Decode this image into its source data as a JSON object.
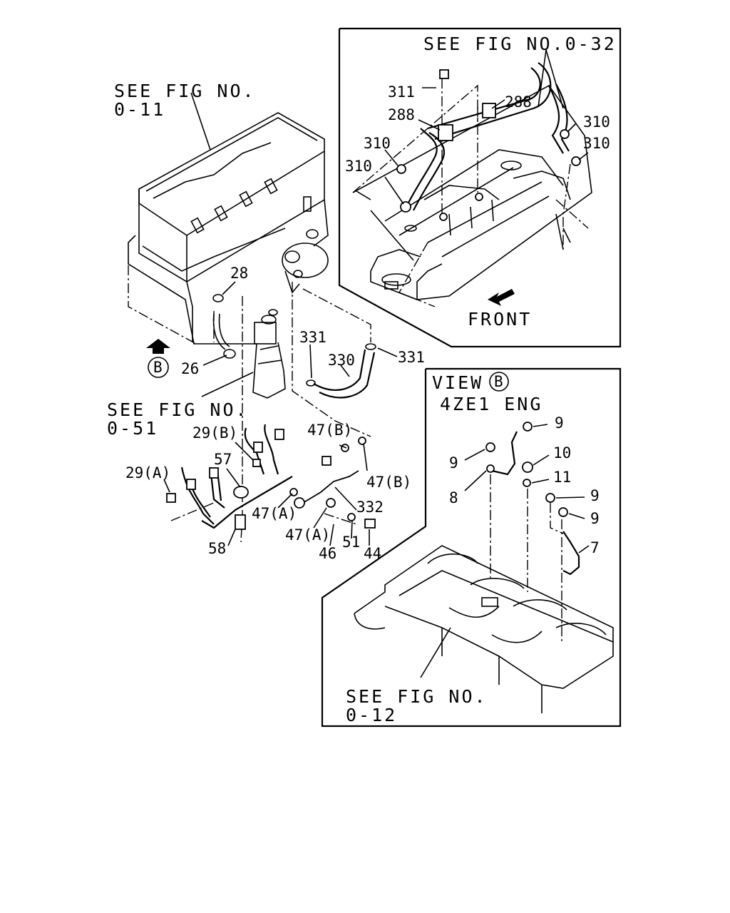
{
  "references": {
    "fig_0_11": [
      "SEE FIG NO.",
      "0-11"
    ],
    "fig_0_32": "SEE FIG NO.0-32",
    "fig_0_51": [
      "SEE FIG NO.",
      "0-51"
    ],
    "fig_0_12": [
      "SEE FIG NO.",
      "0-12"
    ]
  },
  "view": {
    "title": "VIEW",
    "marker": "B",
    "engine": "4ZE1 ENG"
  },
  "front_label": "FRONT",
  "view_marker_main": "B",
  "parts_main": {
    "p28": "28",
    "p26": "26",
    "p331a": "331",
    "p331b": "331",
    "p330": "330",
    "p29b": "29(B)",
    "p57": "57",
    "p29a": "29(A)",
    "p58": "58",
    "p47b1": "47(B)",
    "p47b2": "47(B)",
    "p47a1": "47(A)",
    "p47a2": "47(A)",
    "p332": "332",
    "p46": "46",
    "p51": "51",
    "p44": "44"
  },
  "parts_inset_top": {
    "p311": "311",
    "p288a": "288",
    "p288b": "288",
    "p310a": "310",
    "p310b": "310",
    "p310c": "310",
    "p310d": "310"
  },
  "parts_inset_view": {
    "p9a": "9",
    "p9b": "9",
    "p10": "10",
    "p11": "11",
    "p8": "8",
    "p9c": "9",
    "p9d": "9",
    "p7": "7"
  }
}
